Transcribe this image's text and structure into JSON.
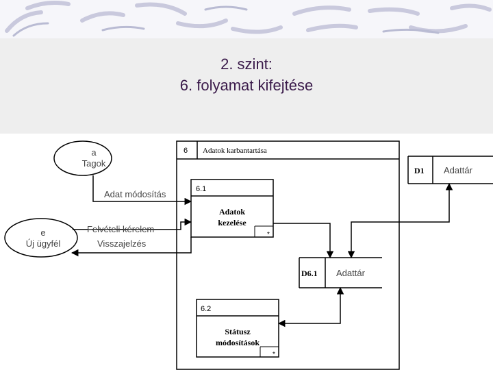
{
  "slide": {
    "title_line1": "2. szint:",
    "title_line2": "6. folyamat kifejtése"
  },
  "diagram": {
    "outer_process": {
      "id": "6",
      "name": "Adatok karbantartása"
    },
    "processes": [
      {
        "id": "6.1",
        "name_line1": "Adatok",
        "name_line2": "kezelése",
        "marker": "*"
      },
      {
        "id": "6.2",
        "name_line1": "Státusz",
        "name_line2": "módosítások",
        "marker": "*"
      }
    ],
    "entities": [
      {
        "letter": "a",
        "name": "Tagok"
      },
      {
        "letter": "e",
        "name": "Új ügyfél"
      }
    ],
    "data_stores": [
      {
        "id": "D1",
        "name": "Adattár"
      },
      {
        "id": "D6.1",
        "name": "Adattár"
      }
    ],
    "flows": {
      "adat_modositas": "Adat módosítás",
      "felveteli_kerelem": "Felvételi kérelem",
      "visszajelzes": "Visszajelzés"
    }
  }
}
